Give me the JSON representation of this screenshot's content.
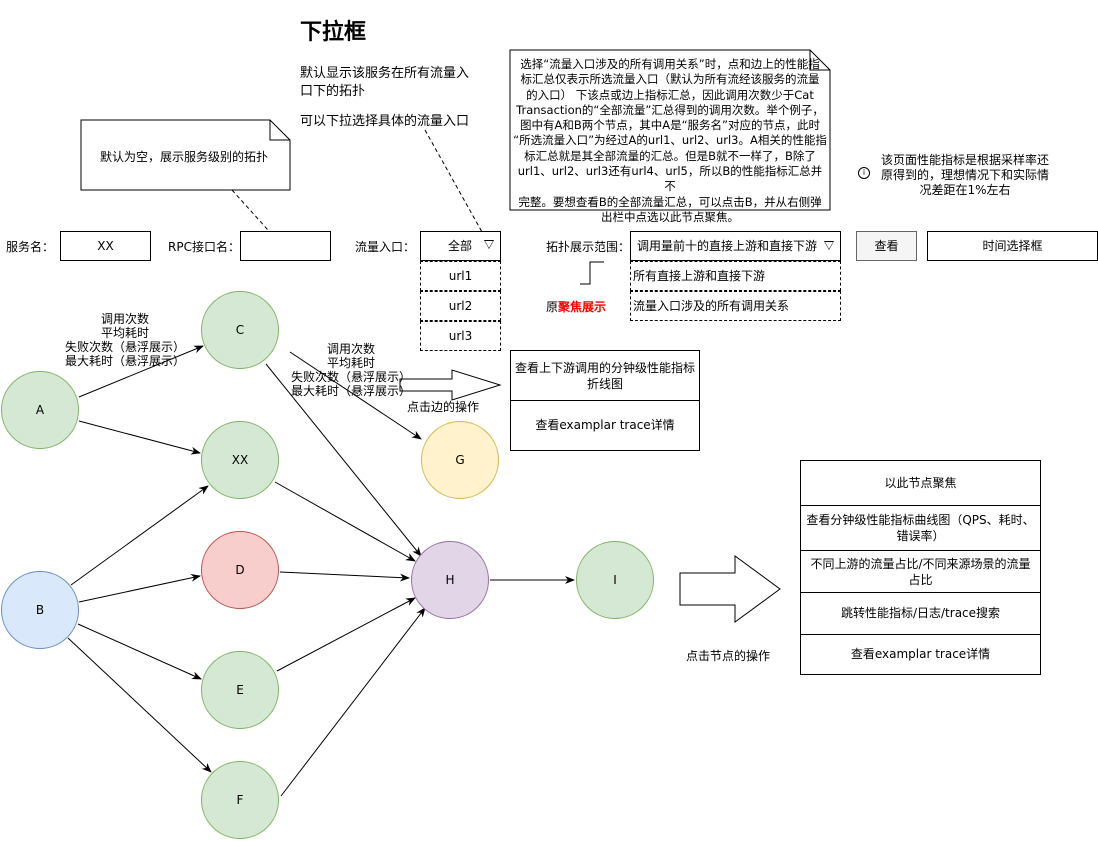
{
  "title": "下拉框",
  "dropdown_notes": {
    "line1": "默认显示该服务在所有流量入",
    "line2": "口下的拓扑",
    "line3": "可以下拉选择具体的流量入口"
  },
  "note_rpc": "默认为空，展示服务级别的拓扑",
  "note_scope": [
    "选择“流量入口涉及的所有调用关系”时，点和边上的性能指",
    "标汇总仅表示所选流量入口（默认为所有流经该服务的流量",
    "的入口） 下该点或边上指标汇总，因此调用次数少于Cat",
    "Transaction的“全部流量”汇总得到的调用次数。举个例子，",
    "图中有A和B两个节点，其中A是“服务名”对应的节点，此时",
    "“所选流量入口”为经过A的url1、url2、url3。A相关的性能指",
    "标汇总就是其全部流量的汇总。但是B就不一样了，B除了",
    "url1、url2、url3还有url4、url5，所以B的性能指标汇总并不",
    "完整。要想查看B的全部流量汇总，可以点击B，并从右侧弹",
    "出栏中点选以此节点聚焦。"
  ],
  "sampling_note": {
    "icon": "info-icon",
    "lines": [
      "该页面性能指标是根据采样率还",
      "原得到的，理想情况下和实际情",
      "况差距在1%左右"
    ]
  },
  "filters": {
    "service_label": "服务名：",
    "service_value": "XX",
    "rpc_label": "RPC接口名：",
    "rpc_value": "",
    "entry_label": "流量入口：",
    "entry_value": "全部",
    "entry_options": [
      "url1",
      "url2",
      "url3"
    ],
    "scope_label": "拓扑展示范围：",
    "scope_value": "调用量前十的直接上游和直接下游",
    "scope_options": [
      "所有直接上游和直接下游",
      "流量入口涉及的所有调用关系"
    ],
    "original_prefix": "原",
    "original_highlight": "聚焦展示",
    "query_button": "查看",
    "time_picker": "时间选择框"
  },
  "edge_metrics_1": [
    "调用次数",
    "平均耗时",
    "失败次数（悬浮展示）",
    "最大耗时（悬浮展示）"
  ],
  "edge_metrics_2": [
    "调用次数",
    "平均耗时",
    "失败次数（悬浮展示）",
    "最大耗时（悬浮展示）"
  ],
  "edge_action_label": "点击边的操作",
  "edge_menu": [
    "查看上下游调用的分钟级性能指标折线图",
    "查看examplar trace详情"
  ],
  "node_action_label": "点击节点的操作",
  "node_menu": [
    "以此节点聚焦",
    "查看分钟级性能指标曲线图（QPS、耗时、错误率）",
    "不同上游的流量占比/不同来源场景的流量占比",
    "跳转性能指标/日志/trace搜索",
    "查看examplar trace详情"
  ],
  "nodes": {
    "A": "A",
    "B": "B",
    "C": "C",
    "XX": "XX",
    "D": "D",
    "E": "E",
    "F": "F",
    "G": "G",
    "H": "H",
    "I": "I"
  },
  "colors": {
    "green_fill": "#d5e8d4",
    "green_stroke": "#82b366",
    "blue_fill": "#dae8fc",
    "blue_stroke": "#6c8ebf",
    "red_fill": "#f8cecc",
    "red_stroke": "#b85450",
    "yellow_fill": "#fff2cc",
    "yellow_stroke": "#d6b656",
    "purple_fill": "#e1d5e7",
    "purple_stroke": "#9673a6",
    "highlight_red": "#ff0000"
  }
}
